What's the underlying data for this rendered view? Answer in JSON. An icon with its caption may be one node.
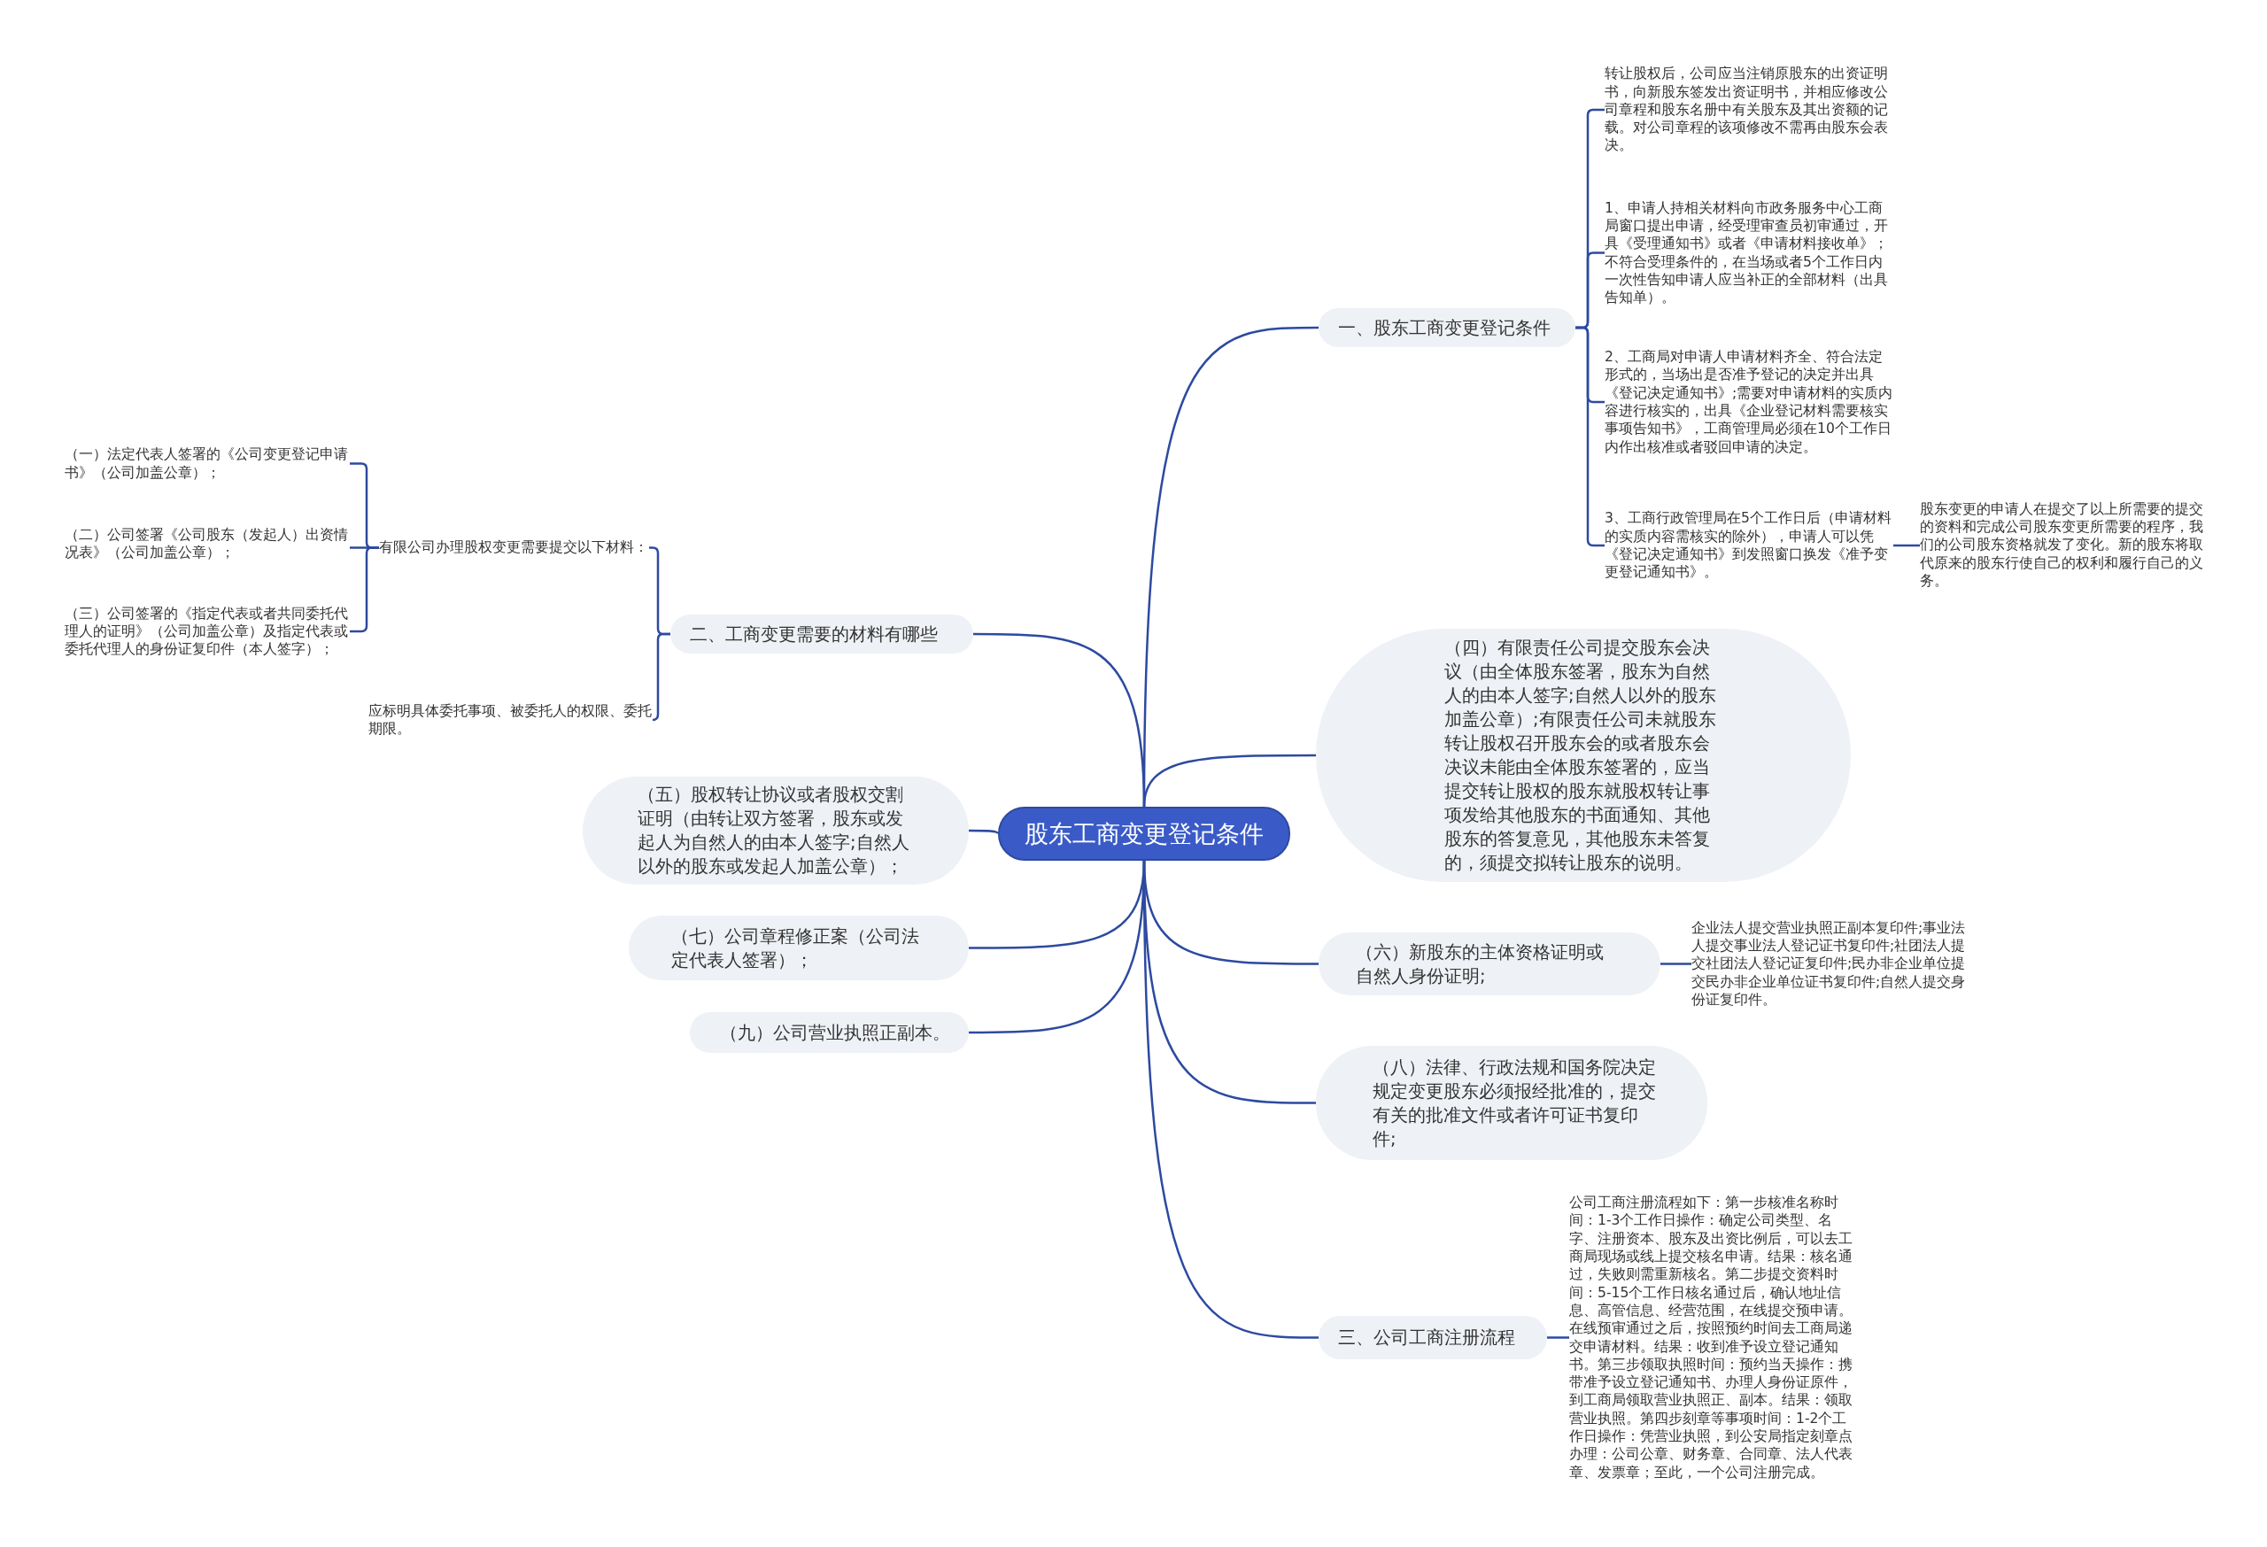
{
  "diagram": {
    "nodes": [
      {
        "text": [
          "股东工商变更登记条件"
        ]
      },
      {
        "text": [
          "一、股东工商变更登记条件"
        ]
      },
      {
        "text": [
          "转让股权后，公司应当注销原股东的出资证明书，向新股东签发出资证明书，并相应修改公司章程和股东名册中有关股东及其出资额的记载。对公司章程的该项修改不需再由股东会表决。"
        ]
      },
      {
        "text": [
          "1、申请人持相关材料向市政务服务中心工商局窗口提出申请，经受理审查员初审通过，开具《受理通知书》或者《申请材料接收单》；不符合受理条件的，在当场或者5个工作日内一次性告知申请人应当补正的全部材料（出具告知单）。"
        ]
      },
      {
        "text": [
          "2、工商局对申请人申请材料齐全、符合法定形式的，当场出是否准予登记的决定并出具《登记决定通知书》;需要对申请材料的实质内容进行核实的，出具《企业登记材料需要核实事项告知书》，工商管理局必须在10个工作日内作出核准或者驳回申请的决定。"
        ]
      },
      {
        "text": [
          "3、工商行政管理局在5个工作日后（申请材料的实质内容需核实的除外），申请人可以凭《登记决定通知书》到发照窗口换发《准予变更登记通知书》。"
        ]
      },
      {
        "text": [
          "股东变更的申请人在提交了以上所需要的提交的资料和完成公司股东变更所需要的程序，我们的公司股东资格就发了变化。新的股东将取代原来的股东行使自己的权利和履行自己的义务。"
        ]
      },
      {
        "text": [
          "二、工商变更需要的材料有哪些"
        ]
      },
      {
        "text": [
          "有限公司办理股权变更需要提交以下材料："
        ]
      },
      {
        "text": [
          "（一）法定代表人签署的《公司变更登记申请书》（公司加盖公章）；"
        ]
      },
      {
        "text": [
          "（二）公司签署《公司股东（发起人）出资情况表》（公司加盖公章）；"
        ]
      },
      {
        "text": [
          "（三）公司签署的《指定代表或者共同委托代理人的证明》（公司加盖公章）及指定代表或委托代理人的身份证复印件（本人签字）；"
        ]
      },
      {
        "text": [
          "应标明具体委托事项、被委托人的权限、委托期限。"
        ]
      },
      {
        "text": [
          "（四）有限责任公司提交股东会决议（由全体股东签署，股东为自然人的由本人签字;自然人以外的股东加盖公章）;有限责任公司未就股东转让股权召开股东会的或者股东会决议未能由全体股东签署的，应当提交转让股权的股东就股权转让事项发给其他股东的书面通知、其他股东的答复意见，其他股东未答复的，须提交拟转让股东的说明。"
        ]
      },
      {
        "text": [
          "（五）股权转让协议或者股权交割证明（由转让双方签署，股东或发起人为自然人的由本人签字;自然人以外的股东或发起人加盖公章）；"
        ]
      },
      {
        "text": [
          "（六）新股东的主体资格证明或自然人身份证明;"
        ]
      },
      {
        "text": [
          "企业法人提交营业执照正副本复印件;事业法人提交事业法人登记证书复印件;社团法人提交社团法人登记证复印件;民办非企业单位提交民办非企业单位证书复印件;自然人提交身份证复印件。"
        ]
      },
      {
        "text": [
          "（七）公司章程修正案（公司法定代表人签署）；"
        ]
      },
      {
        "text": [
          "（八）法律、行政法规和国务院决定规定变更股东必须报经批准的，提交有关的批准文件或者许可证书复印件;"
        ]
      },
      {
        "text": [
          "（九）公司营业执照正副本。"
        ]
      },
      {
        "text": [
          "三、公司工商注册流程"
        ]
      },
      {
        "text": [
          "公司工商注册流程如下：第一步核准名称时间：1-3个工作日操作：确定公司类型、名字、注册资本、股东及出资比例后，可以去工商局现场或线上提交核名申请。结果：核名通过，失败则需重新核名。第二步提交资料时间：5-15个工作日核名通过后，确认地址信息、高管信息、经营范围，在线提交预申请。在线预审通过之后，按照预约时间去工商局递交申请材料。结果：收到准予设立登记通知书。第三步领取执照时间：预约当天操作：携带准予设立登记通知书、办理人身份证原件，到工商局领取营业执照正、副本。结果：领取营业执照。第四步刻章等事项时间：1-2个工作日操作：凭营业执照，到公安局指定刻章点办理：公司公章、财务章、合同章、法人代表章、发票章；至此，一个公司注册完成。"
        ]
      }
    ],
    "edges": [
      {
        "from": 0,
        "to": 1,
        "arrow": "none"
      },
      {
        "from": 1,
        "to": 2,
        "arrow": "none"
      },
      {
        "from": 1,
        "to": 3,
        "arrow": "none"
      },
      {
        "from": 1,
        "to": 4,
        "arrow": "none"
      },
      {
        "from": 1,
        "to": 5,
        "arrow": "none"
      },
      {
        "from": 5,
        "to": 6,
        "arrow": "none"
      },
      {
        "from": 0,
        "to": 7,
        "arrow": "none"
      },
      {
        "from": 7,
        "to": 8,
        "arrow": "none"
      },
      {
        "from": 8,
        "to": 9,
        "arrow": "none"
      },
      {
        "from": 8,
        "to": 10,
        "arrow": "none"
      },
      {
        "from": 8,
        "to": 11,
        "arrow": "none"
      },
      {
        "from": 7,
        "to": 12,
        "arrow": "none"
      },
      {
        "from": 0,
        "to": 13,
        "arrow": "none"
      },
      {
        "from": 0,
        "to": 14,
        "arrow": "none"
      },
      {
        "from": 0,
        "to": 15,
        "arrow": "none"
      },
      {
        "from": 15,
        "to": 16,
        "arrow": "none"
      },
      {
        "from": 0,
        "to": 17,
        "arrow": "none"
      },
      {
        "from": 0,
        "to": 18,
        "arrow": "none"
      },
      {
        "from": 0,
        "to": 19,
        "arrow": "none"
      },
      {
        "from": 0,
        "to": 20,
        "arrow": "none"
      },
      {
        "from": 20,
        "to": 21,
        "arrow": "none"
      }
    ]
  }
}
